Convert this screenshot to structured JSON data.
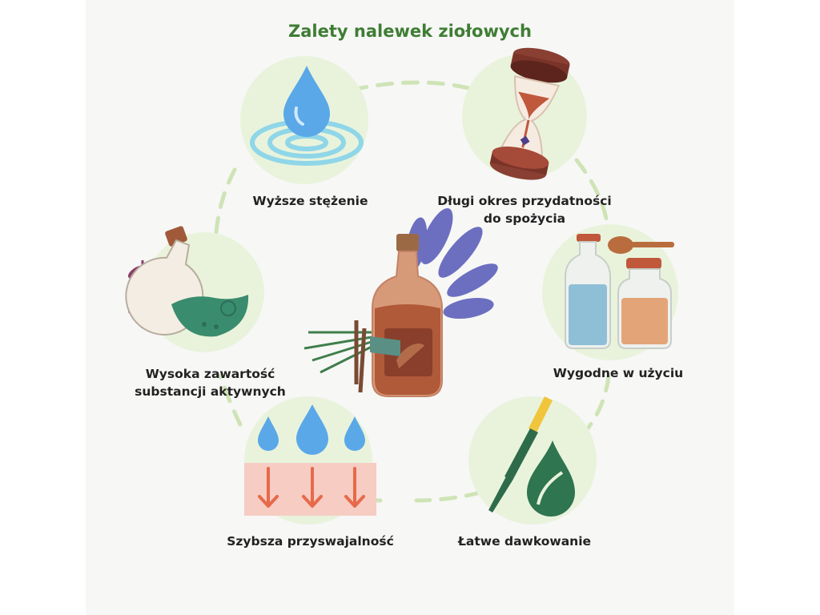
{
  "title": "Zalety nalewek ziołowych",
  "benefits": [
    {
      "label": "Wyższe stężenie",
      "icon": "water-drop-ripple-icon"
    },
    {
      "label": "Długi okres przydatności",
      "label2": "do spożycia",
      "icon": "hourglass-icon"
    },
    {
      "label": "Wygodne w użyciu",
      "icon": "jars-spoon-icon"
    },
    {
      "label": "Łatwe dawkowanie",
      "icon": "dropper-leaf-icon"
    },
    {
      "label": "Szybsza przyswajalność",
      "icon": "absorption-drops-icon"
    },
    {
      "label": "Wysoka zawartość",
      "label2": "substancji aktywnych",
      "icon": "potion-flask-icon"
    }
  ],
  "center_icon": "tincture-bottle-lavender-icon",
  "colors": {
    "title": "#3f7d34",
    "circle": "#e9f3dc",
    "dash": "#cfe4b6",
    "text": "#222222"
  }
}
